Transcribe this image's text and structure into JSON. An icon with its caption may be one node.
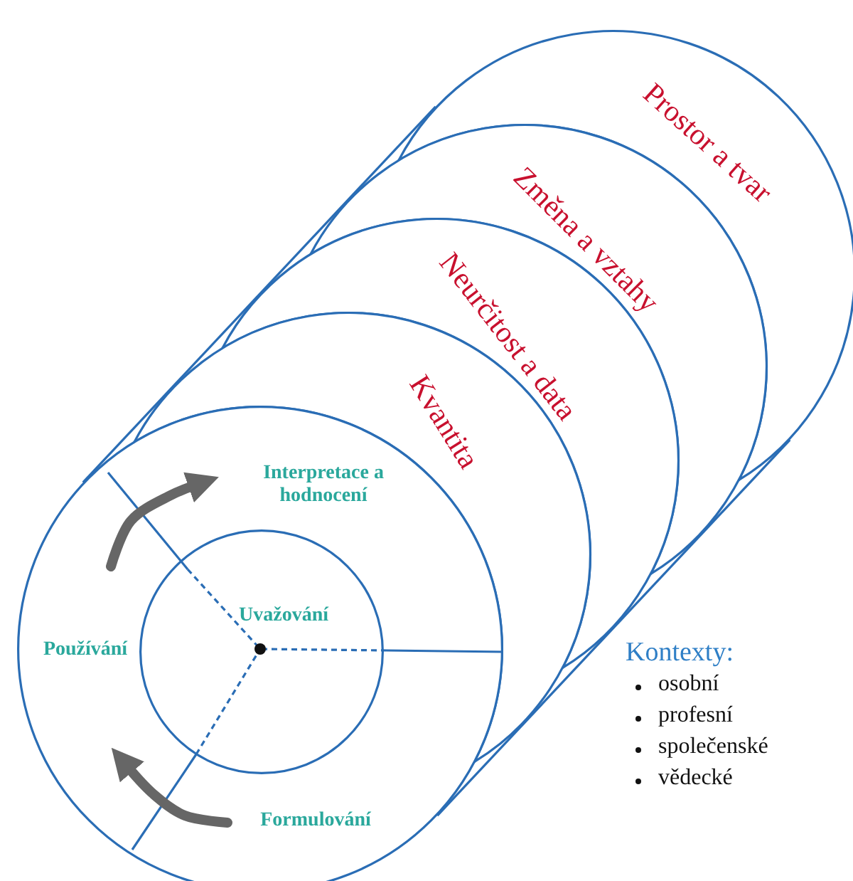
{
  "diagram": {
    "nodes": [
      {
        "text": [
          "Prostor a tvar"
        ]
      },
      {
        "text": [
          "Změna a vztahy"
        ]
      },
      {
        "text": [
          "Neurčitost a data"
        ]
      },
      {
        "text": [
          "Kvantita"
        ]
      },
      {
        "text": [],
        "shape": "circle"
      },
      {
        "text": [
          "Interpretace a hodnocení"
        ],
        "in": 4
      },
      {
        "text": [
          "Uvažování"
        ],
        "in": 4
      },
      {
        "text": [
          "Používání"
        ],
        "in": 4
      },
      {
        "text": [
          "Formulování"
        ],
        "in": 4
      }
    ],
    "labels": [
      "Kontexty:",
      "osobní",
      "profesní",
      "společenské",
      "vědecké"
    ]
  }
}
